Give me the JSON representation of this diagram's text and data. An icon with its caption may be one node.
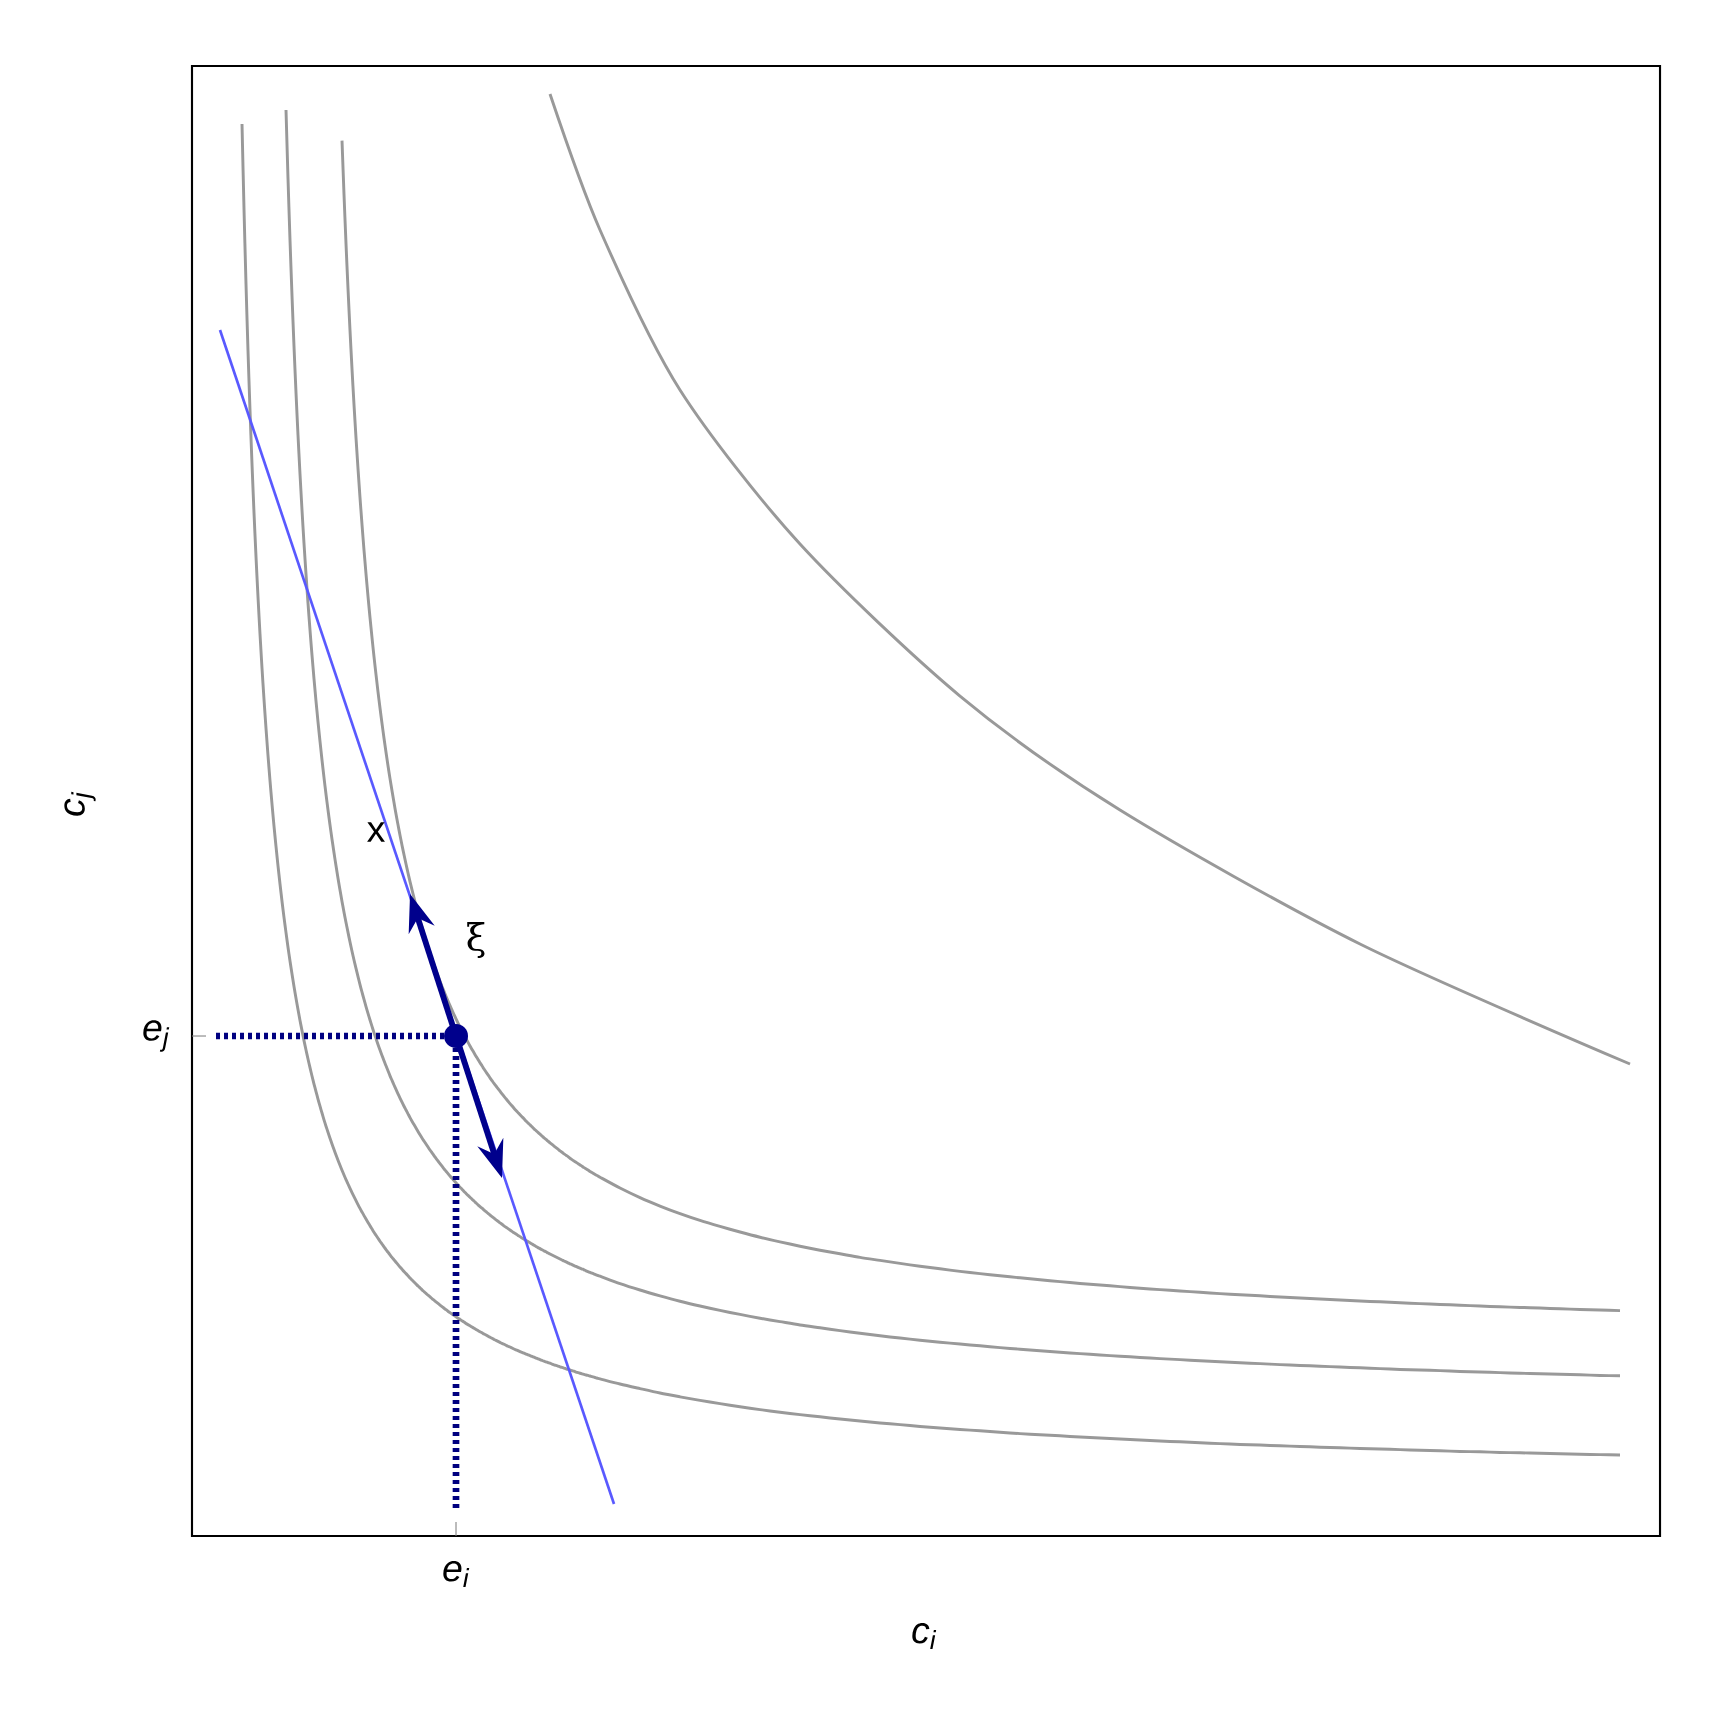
{
  "diagram": {
    "labels": [
      "c$_{j}$",
      "x",
      "ξ",
      "e$_{j}$",
      "e$_{i}$",
      "c$_{i}$"
    ]
  }
}
